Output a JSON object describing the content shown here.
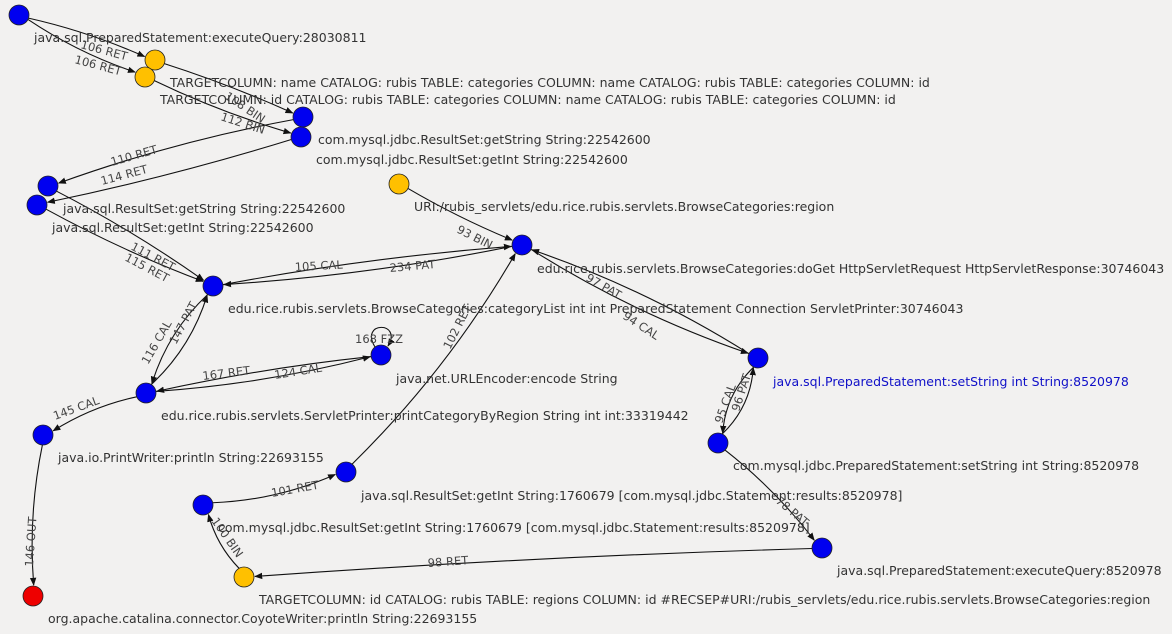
{
  "colors": {
    "blue": "#0000f0",
    "yellow": "#ffc000",
    "red": "#ee0000",
    "selected_text": "#1010c8"
  },
  "nodes": [
    {
      "id": "n_execq_top",
      "color": "blue",
      "label": "java.sql.PreparedStatement:executeQuery:28030811"
    },
    {
      "id": "n_tc1",
      "color": "yellow",
      "label": "TARGETCOLUMN: name CATALOG: rubis TABLE: categories COLUMN: name CATALOG: rubis TABLE: categories COLUMN: id"
    },
    {
      "id": "n_tc2",
      "color": "yellow",
      "label": "TARGETCOLUMN: id CATALOG: rubis TABLE: categories COLUMN: name CATALOG: rubis TABLE: categories COLUMN: id"
    },
    {
      "id": "n_rs_getstring",
      "color": "blue",
      "label": "com.mysql.jdbc.ResultSet:getString String:22542600"
    },
    {
      "id": "n_rs_getint",
      "color": "blue",
      "label": "com.mysql.jdbc.ResultSet:getInt String:22542600"
    },
    {
      "id": "n_jrs_getstring",
      "color": "blue",
      "label": "java.sql.ResultSet:getString String:22542600"
    },
    {
      "id": "n_jrs_getint",
      "color": "blue",
      "label": "java.sql.ResultSet:getInt String:22542600"
    },
    {
      "id": "n_uri",
      "color": "yellow",
      "label": "URI:/rubis_servlets/edu.rice.rubis.servlets.BrowseCategories:region"
    },
    {
      "id": "n_doget",
      "color": "blue",
      "label": "edu.rice.rubis.servlets.BrowseCategories:doGet HttpServletRequest HttpServletResponse:30746043"
    },
    {
      "id": "n_catlist",
      "color": "blue",
      "label": "edu.rice.rubis.servlets.BrowseCategories:categoryList int int PreparedStatement Connection ServletPrinter:30746043"
    },
    {
      "id": "n_urlenc",
      "color": "blue",
      "label": "java.net.URLEncoder:encode String"
    },
    {
      "id": "n_printcat",
      "color": "blue",
      "label": "edu.rice.rubis.servlets.ServletPrinter:printCategoryByRegion String int int:33319442"
    },
    {
      "id": "n_println",
      "color": "blue",
      "label": "java.io.PrintWriter:println String:22693155"
    },
    {
      "id": "n_coyote",
      "color": "red",
      "label": "org.apache.catalina.connector.CoyoteWriter:println String:22693155"
    },
    {
      "id": "n_setstring",
      "color": "blue",
      "label": "java.sql.PreparedStatement:setString int String:8520978",
      "selected": true
    },
    {
      "id": "n_mysetstring",
      "color": "blue",
      "label": "com.mysql.jdbc.PreparedStatement:setString int String:8520978"
    },
    {
      "id": "n_jrs_getint2",
      "color": "blue",
      "label": "java.sql.ResultSet:getInt String:1760679 [com.mysql.jdbc.Statement:results:8520978]"
    },
    {
      "id": "n_myrs_getint2",
      "color": "blue",
      "label": "com.mysql.jdbc.ResultSet:getInt String:1760679 [com.mysql.jdbc.Statement:results:8520978]"
    },
    {
      "id": "n_execq2",
      "color": "blue",
      "label": "java.sql.PreparedStatement:executeQuery:8520978"
    },
    {
      "id": "n_tc_regions",
      "color": "yellow",
      "label": "TARGETCOLUMN: id CATALOG: rubis TABLE: regions COLUMN: id #RECSEP#URI:/rubis_servlets/edu.rice.rubis.servlets.BrowseCategories:region"
    }
  ],
  "edges": [
    {
      "id": "e106a",
      "label": "106 RET"
    },
    {
      "id": "e106b",
      "label": "106 RET"
    },
    {
      "id": "e108",
      "label": "108 BIN"
    },
    {
      "id": "e112",
      "label": "112 BIN"
    },
    {
      "id": "e110",
      "label": "110 RET"
    },
    {
      "id": "e114",
      "label": "114 RET"
    },
    {
      "id": "e111",
      "label": "111 RET"
    },
    {
      "id": "e115",
      "label": "115 RET"
    },
    {
      "id": "e93",
      "label": "93 BIN"
    },
    {
      "id": "e105",
      "label": "105 CAL"
    },
    {
      "id": "e234",
      "label": "234 PAT"
    },
    {
      "id": "e97",
      "label": "97 PAT"
    },
    {
      "id": "e94",
      "label": "94 CAL"
    },
    {
      "id": "e116",
      "label": "116 CAL"
    },
    {
      "id": "e147",
      "label": "147 PAT"
    },
    {
      "id": "e168",
      "label": "168 FZZ"
    },
    {
      "id": "e167",
      "label": "167 RET"
    },
    {
      "id": "e124",
      "label": "124 CAL"
    },
    {
      "id": "e145",
      "label": "145 CAL"
    },
    {
      "id": "e146",
      "label": "146 OUT"
    },
    {
      "id": "e102",
      "label": "102 RET"
    },
    {
      "id": "e101",
      "label": "101 RET"
    },
    {
      "id": "e100",
      "label": "100 BIN"
    },
    {
      "id": "e95",
      "label": "95 CAL"
    },
    {
      "id": "e96",
      "label": "96 PAT"
    },
    {
      "id": "e78",
      "label": "78 PAT"
    },
    {
      "id": "e98",
      "label": "98 RET"
    }
  ]
}
